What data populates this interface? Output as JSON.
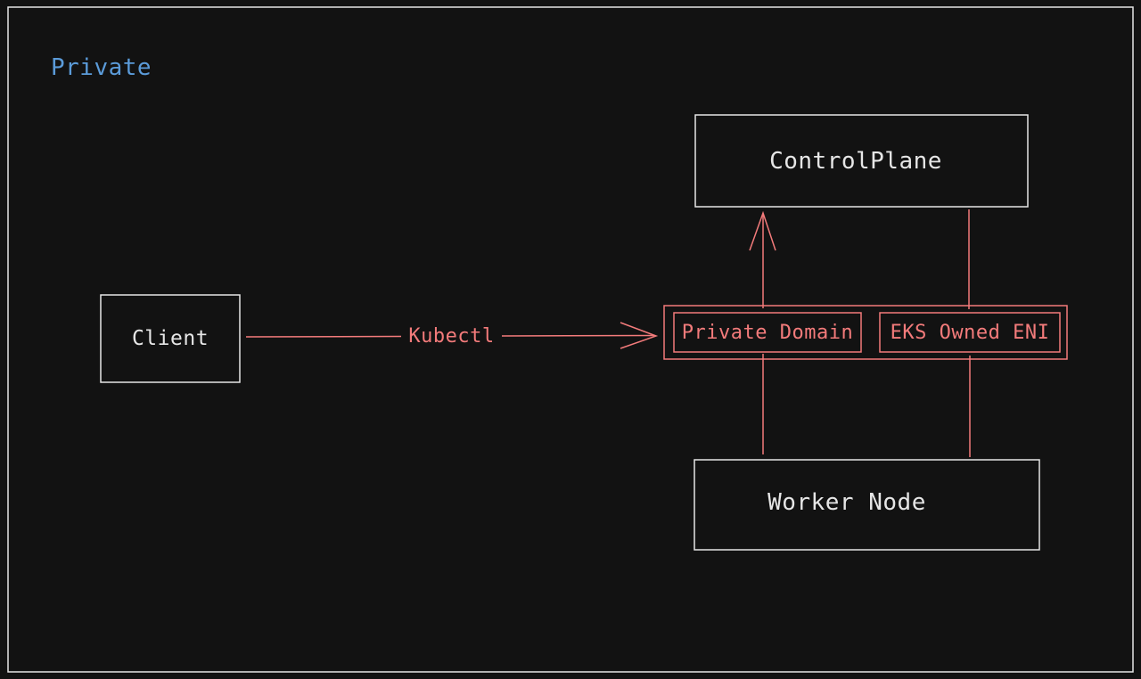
{
  "region": {
    "title": "Private"
  },
  "nodes": {
    "control_plane": "ControlPlane",
    "client": "Client",
    "worker_node": "Worker Node",
    "private_domain": "Private Domain",
    "eks_owned_eni": "EKS Owned ENI"
  },
  "edges": {
    "client_to_endpoint": "Kubectl"
  },
  "colors": {
    "background": "#121212",
    "box_stroke": "#e6e6e6",
    "highlight": "#f37b7b",
    "region_title": "#5b9bd9"
  }
}
